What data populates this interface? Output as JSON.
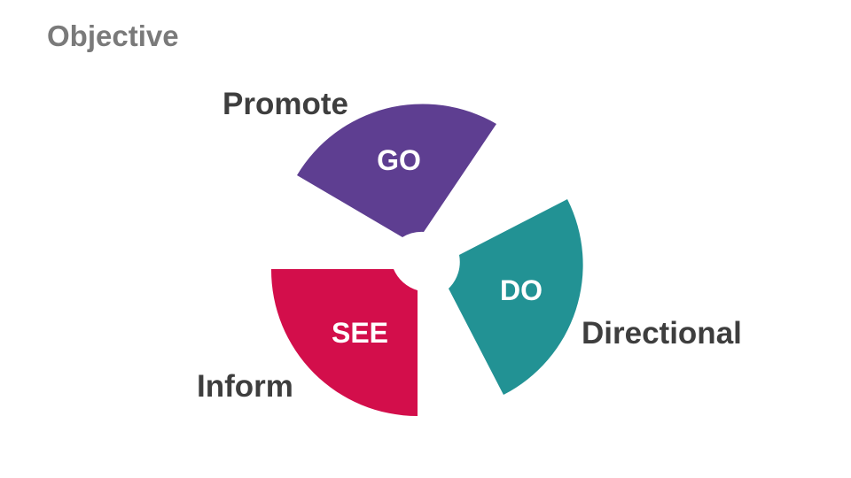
{
  "slide": {
    "title": "Objective"
  },
  "diagram": {
    "segments": [
      {
        "id": "go",
        "label": "GO",
        "caption": "Promote",
        "color": "#5e3e91"
      },
      {
        "id": "do",
        "label": "DO",
        "caption": "Directional",
        "color": "#229294"
      },
      {
        "id": "see",
        "label": "SEE",
        "caption": "Inform",
        "color": "#d30e4b"
      }
    ]
  }
}
